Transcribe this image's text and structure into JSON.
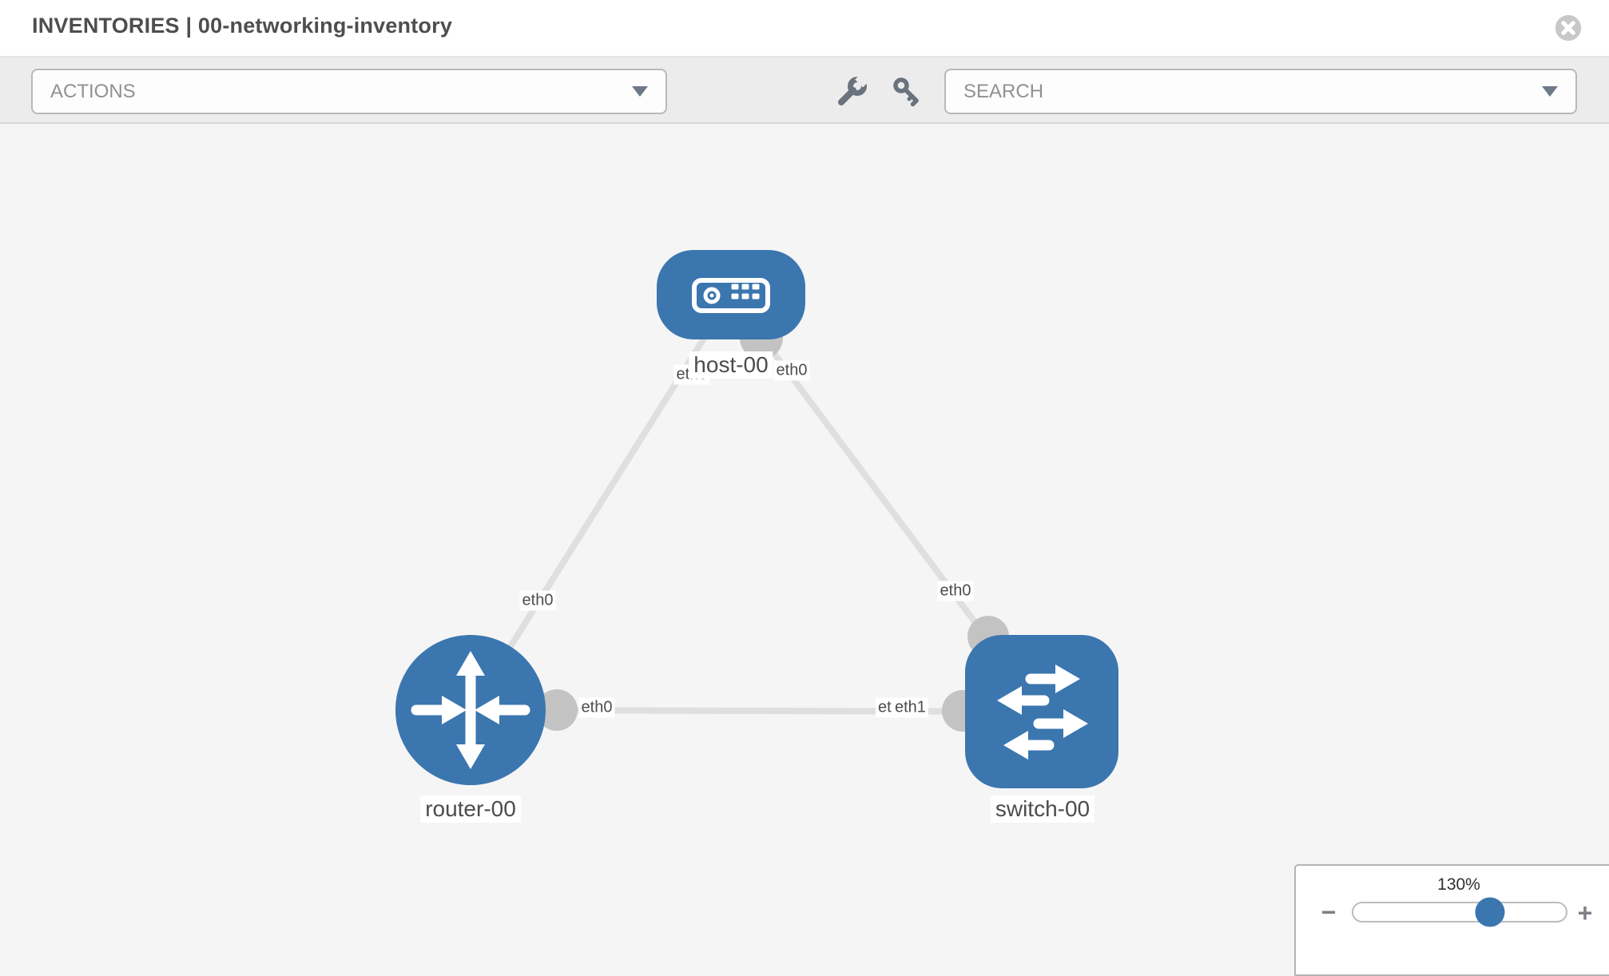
{
  "header": {
    "title": "INVENTORIES | 00-networking-inventory"
  },
  "toolbar": {
    "actions_label": "ACTIONS",
    "search_placeholder": "SEARCH"
  },
  "topology": {
    "nodes": [
      {
        "id": "host-00",
        "type": "host",
        "label": "host-00"
      },
      {
        "id": "router-00",
        "type": "router",
        "label": "router-00"
      },
      {
        "id": "switch-00",
        "type": "switch",
        "label": "switch-00"
      }
    ],
    "links": [
      {
        "from": "host-00",
        "to": "router-00",
        "from_if": "eth0",
        "to_if": "eth0"
      },
      {
        "from": "host-00",
        "to": "switch-00",
        "from_if": "eth0",
        "to_if": "eth0"
      },
      {
        "from": "router-00",
        "to": "switch-00",
        "from_if": "eth0",
        "to_if": "eth1"
      }
    ],
    "labels": {
      "host_left": "eth0",
      "host_right": "eth0",
      "router_top": "eth0",
      "switch_top": "eth0",
      "router_right": "eth0",
      "switch_left_back": "eth0",
      "switch_left_front": "eth1"
    },
    "node_labels": {
      "host": "host-00",
      "router": "router-00",
      "switch": "switch-00"
    }
  },
  "zoom_control": {
    "level": "130%",
    "minus_label": "−",
    "plus_label": "+",
    "slider_percent": 64
  },
  "colors": {
    "node_blue": "#3b76af",
    "link_gray": "#dfdfdf",
    "port_gray": "#c3c3c3",
    "label_text": "#4c4c4c"
  }
}
